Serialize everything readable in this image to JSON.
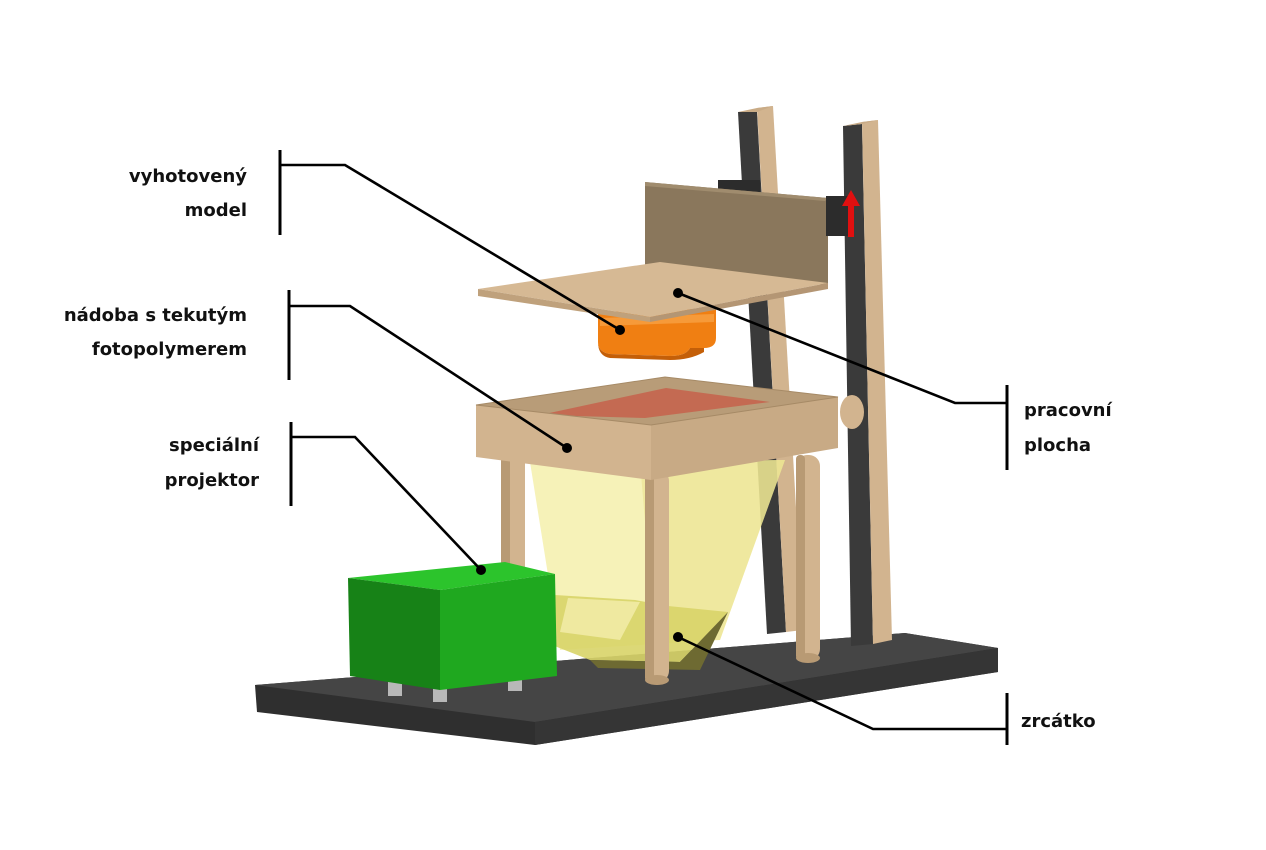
{
  "labels": {
    "model": {
      "line1": "vyhotovený",
      "line2": "model"
    },
    "vat": {
      "line1": "nádoba s tekutým",
      "line2": "fotopolymerem"
    },
    "projector": {
      "line1": "speciální",
      "line2": "projektor"
    },
    "platform": {
      "line1": "pracovní",
      "line2": "plocha"
    },
    "mirror": {
      "line1": "zrcátko"
    }
  },
  "colors": {
    "base_plate": "#3a3a3a",
    "wood_light": "#d6b994",
    "wood_dark": "#8a775c",
    "rail_dark": "#3b3b3b",
    "resin": "#c46a52",
    "model_orange": "#f07f12",
    "projector_green": "#1fb51f",
    "light_beam": "#f3eda0",
    "arrow_red": "#e01010"
  },
  "icons": {
    "lift_direction": "red-up-arrow-icon"
  }
}
